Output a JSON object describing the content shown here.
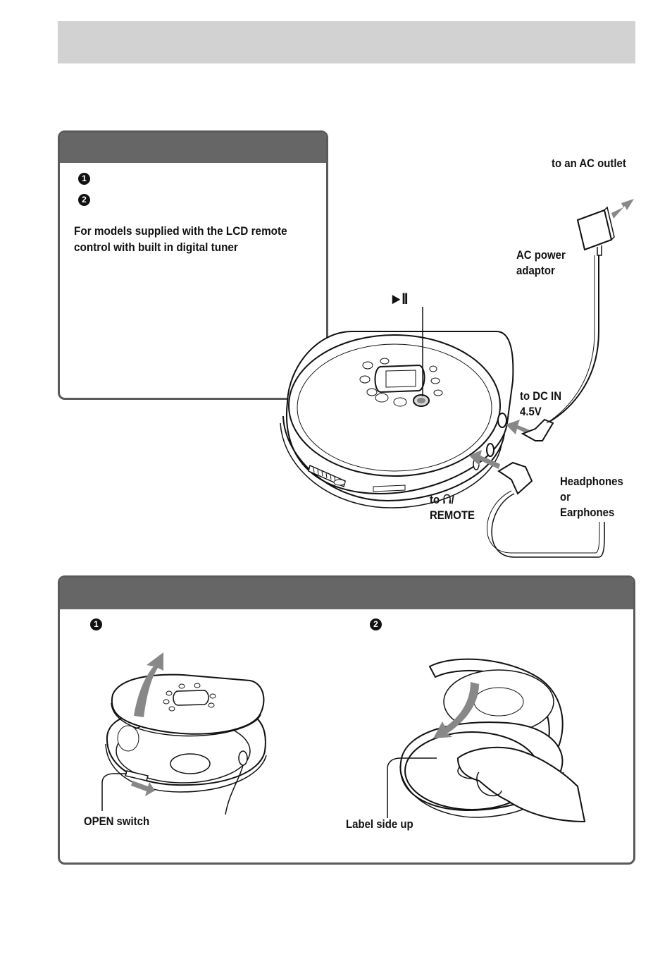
{
  "step1_panel": {
    "step1_number": "1",
    "step2_number": "2",
    "model_note": "For models supplied with the LCD remote control with built in digital tuner"
  },
  "connection_labels": {
    "ac_outlet": "to an AC outlet",
    "ac_adaptor": "AC power adaptor",
    "play_pause": "►II",
    "dc_in": "to DC IN 4.5V",
    "remote_prefix": "to",
    "remote_suffix": "/",
    "remote_word": "REMOTE",
    "headphones": "Headphones or Earphones"
  },
  "cd_panel": {
    "step1_number": "1",
    "step2_number": "2",
    "open_switch": "OPEN switch",
    "label_side": "Label side up"
  }
}
